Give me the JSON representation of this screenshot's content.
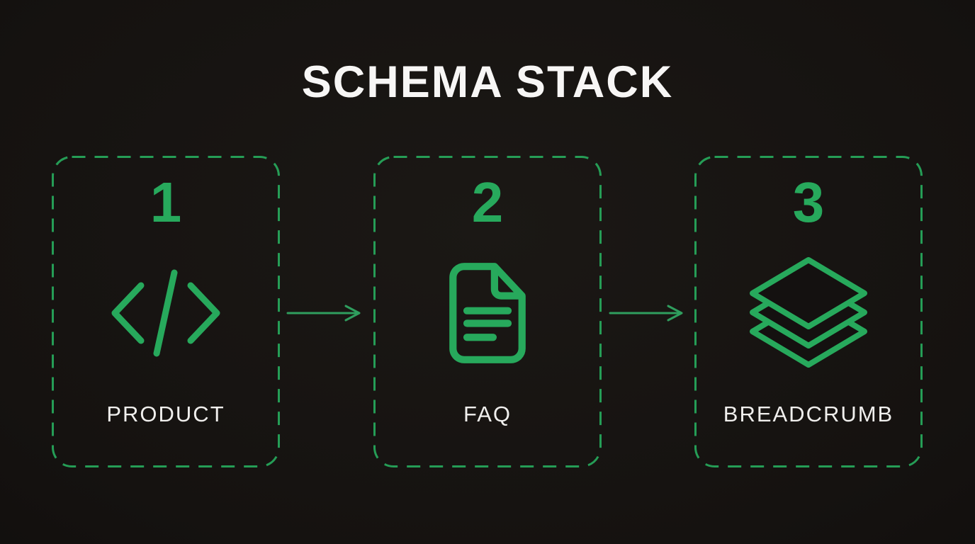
{
  "title": "SCHEMA STACK",
  "colors": {
    "background": "#141110",
    "accent_green": "#27a95c",
    "arrow_green": "#2f9e5e",
    "text_white": "#f2f1ef"
  },
  "cards": [
    {
      "number": "1",
      "label": "PRODUCT",
      "icon": "code-icon"
    },
    {
      "number": "2",
      "label": "FAQ",
      "icon": "file-text-icon"
    },
    {
      "number": "3",
      "label": "BREADCRUMB",
      "icon": "layers-icon"
    }
  ],
  "connectors": [
    {
      "type": "arrow-right"
    },
    {
      "type": "arrow-right"
    }
  ]
}
